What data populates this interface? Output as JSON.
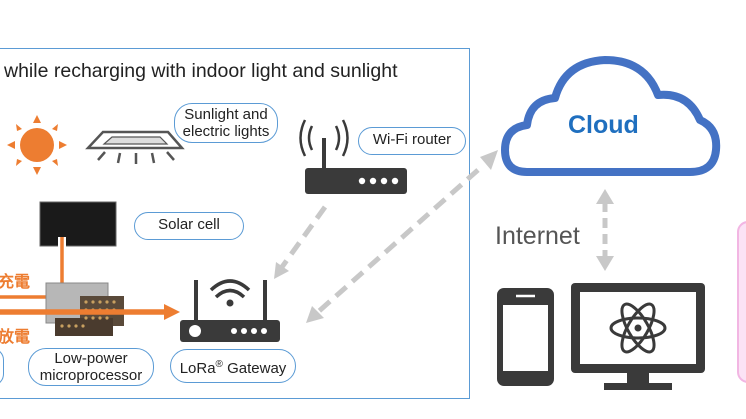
{
  "panel": {
    "title": "while recharging with indoor light and sunlight"
  },
  "labels": {
    "light_source": "Sunlight and\nelectric lights",
    "wifi_router": "Wi-Fi router",
    "solar_cell": "Solar cell",
    "charge": "充電",
    "discharge": "放電",
    "microprocessor": "Low-power\nmicroprocessor",
    "gateway_main": "LoRa",
    "gateway_sup": "®",
    "gateway_tail": " Gateway",
    "internet": "Internet",
    "cloud": "Cloud"
  },
  "colors": {
    "panel_border": "#5b9bd5",
    "cloud_stroke": "#4472c4",
    "cloud_text": "#1f6fbf",
    "energy_arrow": "#ed7d31",
    "dashed_arrow": "#c8c8c8",
    "device": "#3a3a3a",
    "sun": "#ed7d31"
  },
  "icons": [
    "sun-icon",
    "ceiling-light-icon",
    "wifi-router-icon",
    "solar-cell-icon",
    "microprocessor-chip-icon",
    "lora-gateway-icon",
    "cloud-icon",
    "smartphone-icon",
    "monitor-icon",
    "atom-icon"
  ]
}
